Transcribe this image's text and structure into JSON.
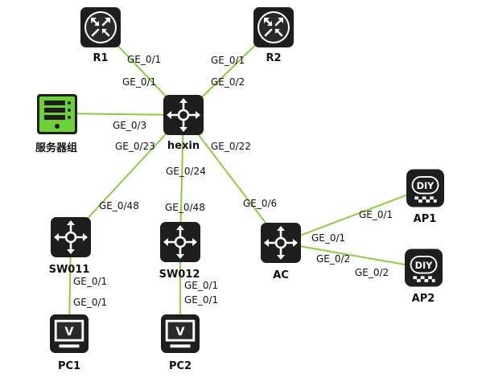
{
  "colors": {
    "link": "#8ccc3e",
    "device_body": "#1e1e1e",
    "device_glyph": "#ffffff",
    "server_body": "#6ed13a",
    "text": "#111111"
  },
  "devices": {
    "r1": {
      "name": "R1",
      "icon": "router-icon"
    },
    "r2": {
      "name": "R2",
      "icon": "router-icon"
    },
    "server": {
      "name": "服务器组",
      "icon": "server-icon"
    },
    "hexin": {
      "name": "hexin",
      "icon": "switch-icon"
    },
    "sw011": {
      "name": "SW011",
      "icon": "switch-icon"
    },
    "sw012": {
      "name": "SW012",
      "icon": "switch-icon"
    },
    "ac": {
      "name": "AC",
      "icon": "switch-icon"
    },
    "ap1": {
      "name": "AP1",
      "icon": "ap-diy-icon"
    },
    "ap2": {
      "name": "AP2",
      "icon": "ap-diy-icon"
    },
    "pc1": {
      "name": "PC1",
      "icon": "pc-icon"
    },
    "pc2": {
      "name": "PC2",
      "icon": "pc-icon"
    }
  },
  "links": [
    {
      "from": "r1",
      "to": "hexin",
      "from_port": "GE_0/1",
      "to_port": "GE_0/1"
    },
    {
      "from": "r2",
      "to": "hexin",
      "from_port": "GE_0/1",
      "to_port": "GE_0/2"
    },
    {
      "from": "server",
      "to": "hexin",
      "from_port": "",
      "to_port": "GE_0/3"
    },
    {
      "from": "hexin",
      "to": "sw011",
      "from_port": "GE_0/23",
      "to_port": "GE_0/48"
    },
    {
      "from": "hexin",
      "to": "sw012",
      "from_port": "GE_0/24",
      "to_port": "GE_0/48"
    },
    {
      "from": "hexin",
      "to": "ac",
      "from_port": "GE_0/22",
      "to_port": "GE_0/6"
    },
    {
      "from": "ac",
      "to": "ap1",
      "from_port": "GE_0/1",
      "to_port": "GE_0/1"
    },
    {
      "from": "ac",
      "to": "ap2",
      "from_port": "GE_0/2",
      "to_port": "GE_0/2"
    },
    {
      "from": "sw011",
      "to": "pc1",
      "from_port": "GE_0/1",
      "to_port": "GE_0/1"
    },
    {
      "from": "sw012",
      "to": "pc2",
      "from_port": "GE_0/1",
      "to_port": "GE_0/1"
    }
  ]
}
